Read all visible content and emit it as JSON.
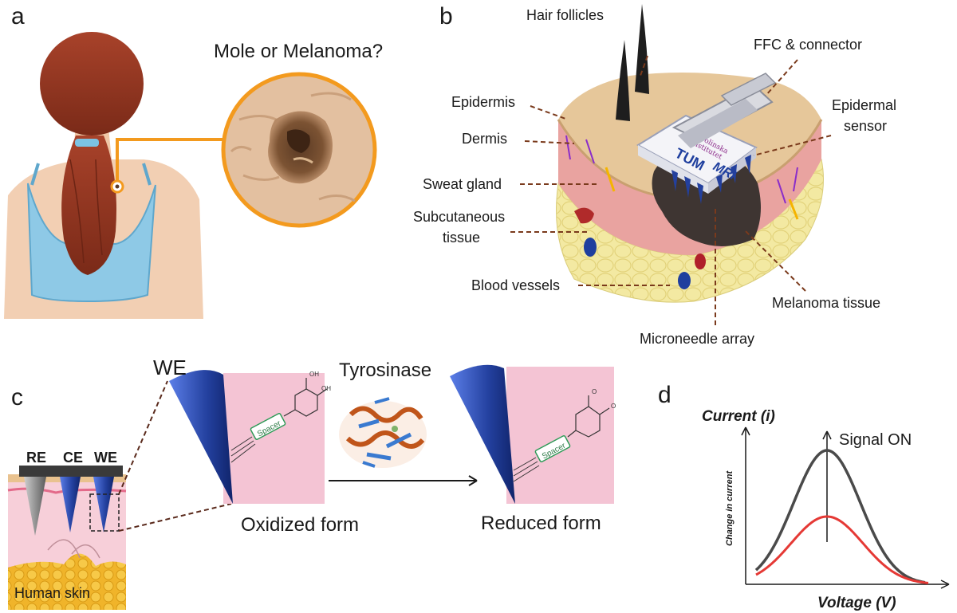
{
  "panel_a": {
    "letter": "a",
    "title": "Mole or Melanoma?"
  },
  "panel_b": {
    "letter": "b",
    "labels": {
      "hair_follicles": "Hair follicles",
      "ffc_connector": "FFC & connector",
      "epidermis": "Epidermis",
      "epidermal_sensor_1": "Epidermal",
      "epidermal_sensor_2": "sensor",
      "dermis": "Dermis",
      "sweat_gland": "Sweat gland",
      "subcutaneous_1": "Subcutaneous",
      "subcutaneous_2": "tissue",
      "blood_vessels": "Blood vessels",
      "melanoma_tissue": "Melanoma tissue",
      "microneedle_array": "Microneedle array"
    },
    "chip_text": {
      "ki_line1": "Karolinska",
      "ki_line2": "Institutet",
      "logo_left": "TUM",
      "logo_right": "MRI"
    }
  },
  "panel_c": {
    "letter": "c",
    "electrodes": [
      "RE",
      "CE",
      "WE"
    ],
    "we_label": "WE",
    "enzyme": "Tyrosinase",
    "spacer_label": "Spacer",
    "oxidized": "Oxidized form",
    "reduced": "Reduced form",
    "skin_label": "Human skin"
  },
  "panel_d": {
    "letter": "d",
    "ylabel": "Current (i)",
    "xlabel": "Voltage (V)",
    "annotation": "Signal ON",
    "change_label": "Change in current"
  },
  "colors": {
    "needle_blue": "#1f3f9e",
    "needle_gray": "#8a8a8a",
    "pink_panel": "#f6c6d6",
    "skin_tan": "#e9c89a",
    "dermis_pink": "#e8a0a0",
    "fat_yellow": "#f2e9a4",
    "melanoma_dark": "#3c3330",
    "leader_brown": "#7a3a1c",
    "orange_ring": "#f39a1e",
    "curve_dark": "#4a4a4a",
    "curve_red": "#e53935"
  }
}
